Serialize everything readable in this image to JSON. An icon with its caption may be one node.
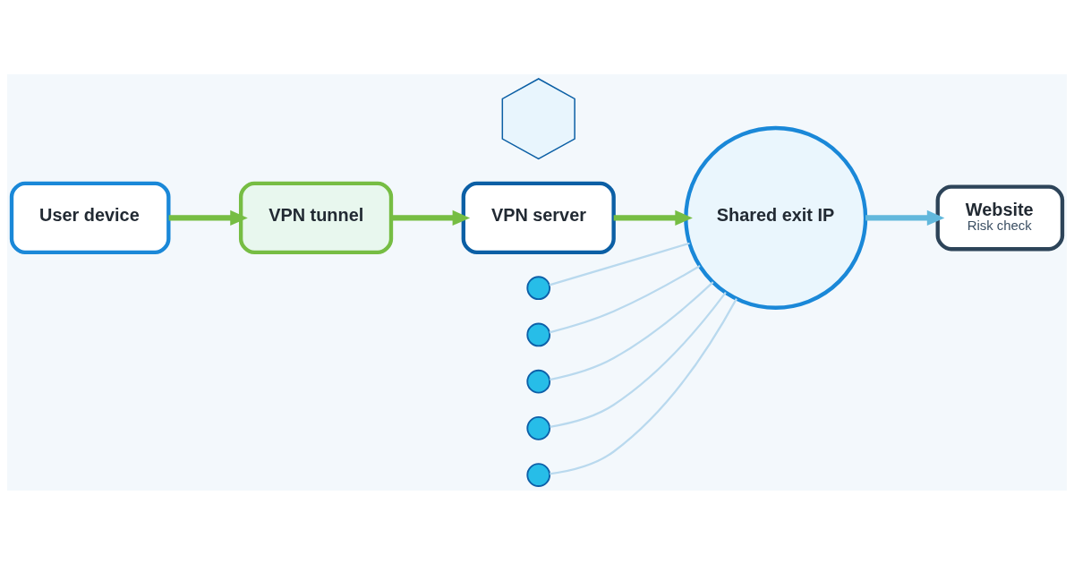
{
  "diagram": {
    "nodes": [
      {
        "text": [
          "User device"
        ]
      },
      {
        "text": [
          "VPN tunnel"
        ]
      },
      {
        "text": [
          "VPN server"
        ]
      },
      {
        "text": [
          "Shared exit IP"
        ]
      },
      {
        "text": [
          "Website",
          "Risk check"
        ]
      },
      {
        "text": [],
        "shape": "shield"
      },
      {
        "text": [],
        "shape": "circle"
      },
      {
        "text": [],
        "shape": "circle"
      },
      {
        "text": [],
        "shape": "circle"
      },
      {
        "text": [],
        "shape": "circle"
      },
      {
        "text": [],
        "shape": "circle"
      }
    ],
    "edges": [
      {
        "from": 0,
        "to": 1,
        "arrow": "to",
        "style": "thick",
        "color": "#76bd43"
      },
      {
        "from": 1,
        "to": 2,
        "arrow": "to",
        "style": "thick",
        "color": "#76bd43"
      },
      {
        "from": 2,
        "to": 3,
        "arrow": "to",
        "style": "thick",
        "color": "#76bd43"
      },
      {
        "from": 3,
        "to": 4,
        "arrow": "to",
        "style": "thick",
        "color": "#62b8dc"
      },
      {
        "from": 6,
        "to": 3,
        "arrow": "none"
      },
      {
        "from": 7,
        "to": 3,
        "arrow": "none"
      },
      {
        "from": 8,
        "to": 3,
        "arrow": "none"
      },
      {
        "from": 9,
        "to": 3,
        "arrow": "none"
      },
      {
        "from": 10,
        "to": 3,
        "arrow": "none"
      }
    ]
  }
}
